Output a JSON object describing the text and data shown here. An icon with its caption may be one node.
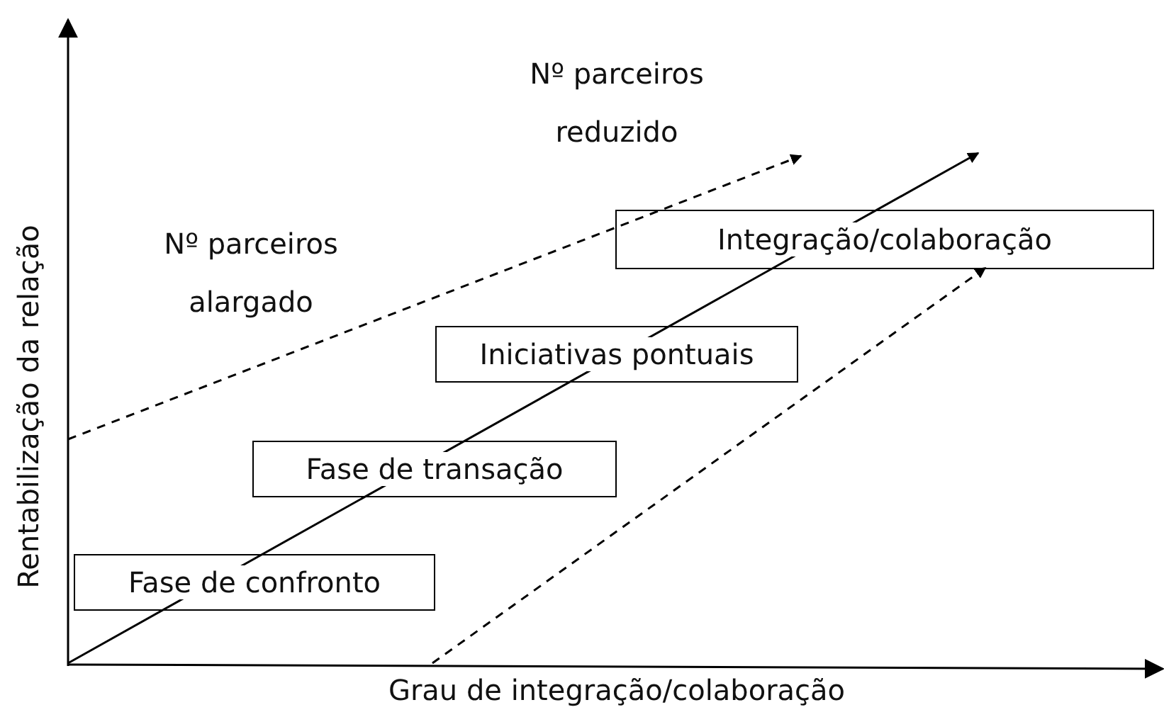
{
  "diagram": {
    "nodes": [
      {
        "text": [
          "Integração/colaboração"
        ]
      },
      {
        "text": [
          "Iniciativas pontuais"
        ]
      },
      {
        "text": [
          "Fase de transação"
        ]
      },
      {
        "text": [
          "Fase de confronto"
        ]
      }
    ],
    "labels": [
      "Nº parceiros reduzido",
      "Nº parceiros alargado",
      "Rentabilização da relação",
      "Grau de integração/colaboração"
    ]
  }
}
